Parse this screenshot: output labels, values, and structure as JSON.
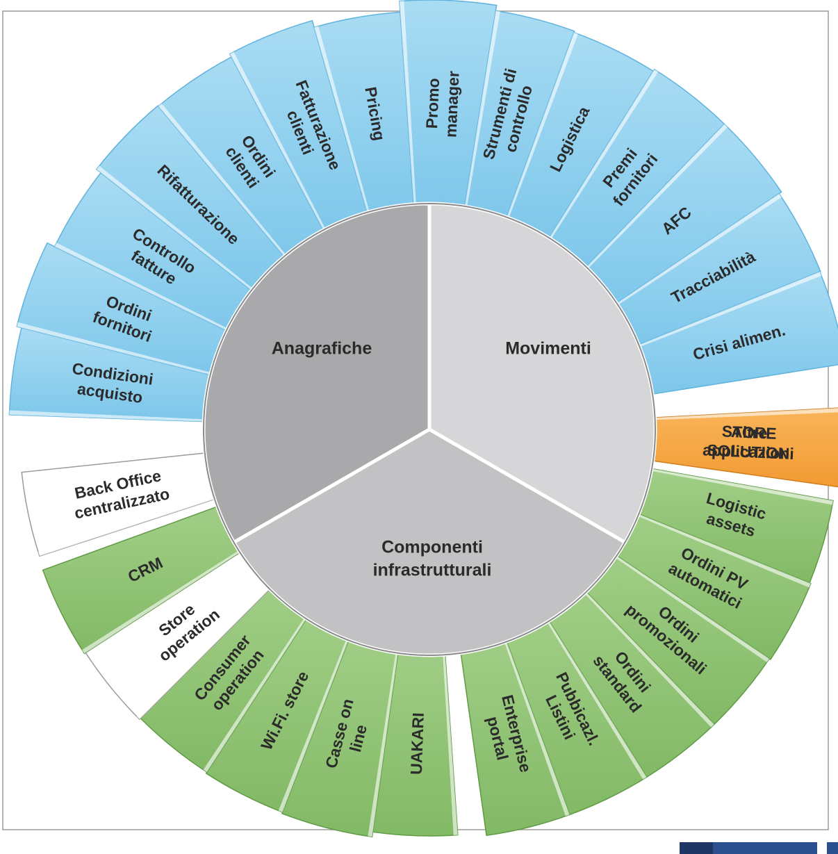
{
  "core": {
    "anagrafiche": "Anagrafiche",
    "movimenti": "Movimenti",
    "componenti": [
      "Componenti",
      "infrastrutturali"
    ]
  },
  "segments": [
    {
      "id": "condizioni-acquisto",
      "lines": [
        "Condizioni",
        "acquisto"
      ],
      "group": "blue"
    },
    {
      "id": "ordini-fornitori",
      "lines": [
        "Ordini",
        "fornitori"
      ],
      "group": "blue"
    },
    {
      "id": "controllo-fatture",
      "lines": [
        "Controllo",
        "fatture"
      ],
      "group": "blue"
    },
    {
      "id": "rifatturazione",
      "lines": [
        "Rifatturazione"
      ],
      "group": "blue"
    },
    {
      "id": "ordini-clienti",
      "lines": [
        "Ordini",
        "clienti"
      ],
      "group": "blue"
    },
    {
      "id": "fatturazione-clienti",
      "lines": [
        "Fatturazione",
        "clienti"
      ],
      "group": "blue"
    },
    {
      "id": "pricing",
      "lines": [
        "Pricing"
      ],
      "group": "blue"
    },
    {
      "id": "promo-manager",
      "lines": [
        "Promo",
        "manager"
      ],
      "group": "blue"
    },
    {
      "id": "strumenti-di-controllo",
      "lines": [
        "Strumenti di",
        "controllo"
      ],
      "group": "blue"
    },
    {
      "id": "logistica",
      "lines": [
        "Logistica"
      ],
      "group": "blue"
    },
    {
      "id": "premi-fornitori",
      "lines": [
        "Premi",
        "fornitori"
      ],
      "group": "blue"
    },
    {
      "id": "afc",
      "lines": [
        "AFC"
      ],
      "group": "blue"
    },
    {
      "id": "tracciabilita",
      "lines": [
        "Tracciabilità"
      ],
      "group": "blue"
    },
    {
      "id": "crisi-alimen",
      "lines": [
        "Crisi alimen."
      ],
      "group": "blue"
    },
    {
      "id": "store-solution",
      "lines": [
        "STORE",
        "SOLUTION"
      ],
      "overlay": [
        "Altre",
        "applicazioni"
      ],
      "group": "orange"
    },
    {
      "id": "logistic-assets",
      "lines": [
        "Logistic",
        "assets"
      ],
      "group": "green"
    },
    {
      "id": "ordini-pv-automatici",
      "lines": [
        "Ordini PV",
        "automatici"
      ],
      "group": "green"
    },
    {
      "id": "ordini-promozionali",
      "lines": [
        "Ordini",
        "promozionali"
      ],
      "group": "green"
    },
    {
      "id": "ordini-standard",
      "lines": [
        "Ordini",
        "standard"
      ],
      "group": "green"
    },
    {
      "id": "pubblicazl-listini",
      "lines": [
        "Pubbicazl.",
        "Listini"
      ],
      "group": "green"
    },
    {
      "id": "enterprise-portal",
      "lines": [
        "Enterprise",
        "portal"
      ],
      "group": "green"
    },
    {
      "id": "uakari",
      "lines": [
        "UAKARI"
      ],
      "group": "green"
    },
    {
      "id": "casse-on-line",
      "lines": [
        "Casse     on",
        "line"
      ],
      "group": "green"
    },
    {
      "id": "wifi-store",
      "lines": [
        "Wi.Fi. store"
      ],
      "group": "green"
    },
    {
      "id": "consumer-operation",
      "lines": [
        "Consumer",
        "operation"
      ],
      "group": "green"
    },
    {
      "id": "store-operation",
      "lines": [
        "Store",
        "operation"
      ],
      "group": "white"
    },
    {
      "id": "crm",
      "lines": [
        "CRM"
      ],
      "group": "green"
    },
    {
      "id": "back-office-centralizzato",
      "lines": [
        "Back Office",
        "centralizzato"
      ],
      "group": "white"
    }
  ],
  "colors": {
    "blue": "#8ed0ee",
    "blue_edge": "#5fb3dd",
    "green": "#8fc272",
    "green_edge": "#5f9a45",
    "orange": "#f7a33f",
    "white": "#ffffff",
    "core_dark": "#a9a9ab",
    "core_light": "#d6d6d8",
    "core_mid": "#c2c2c4"
  }
}
